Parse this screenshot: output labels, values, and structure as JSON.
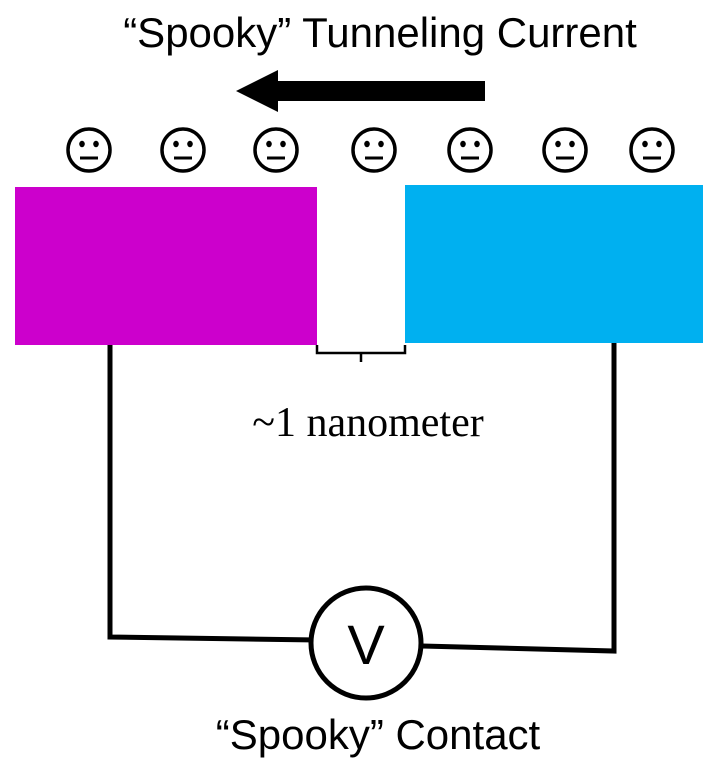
{
  "title": "“Spooky” Tunneling Current",
  "gap_label": "~1 nanometer",
  "bottom_label": "“Spooky” Contact",
  "voltmeter_symbol": "V",
  "electron_count": 7,
  "electron_icon": "neutral-face-icon",
  "arrow_direction": "left",
  "colors": {
    "left_electrode": "#CC00CC",
    "right_electrode": "#00B0F0",
    "wire": "#000000",
    "arrow": "#000000"
  }
}
